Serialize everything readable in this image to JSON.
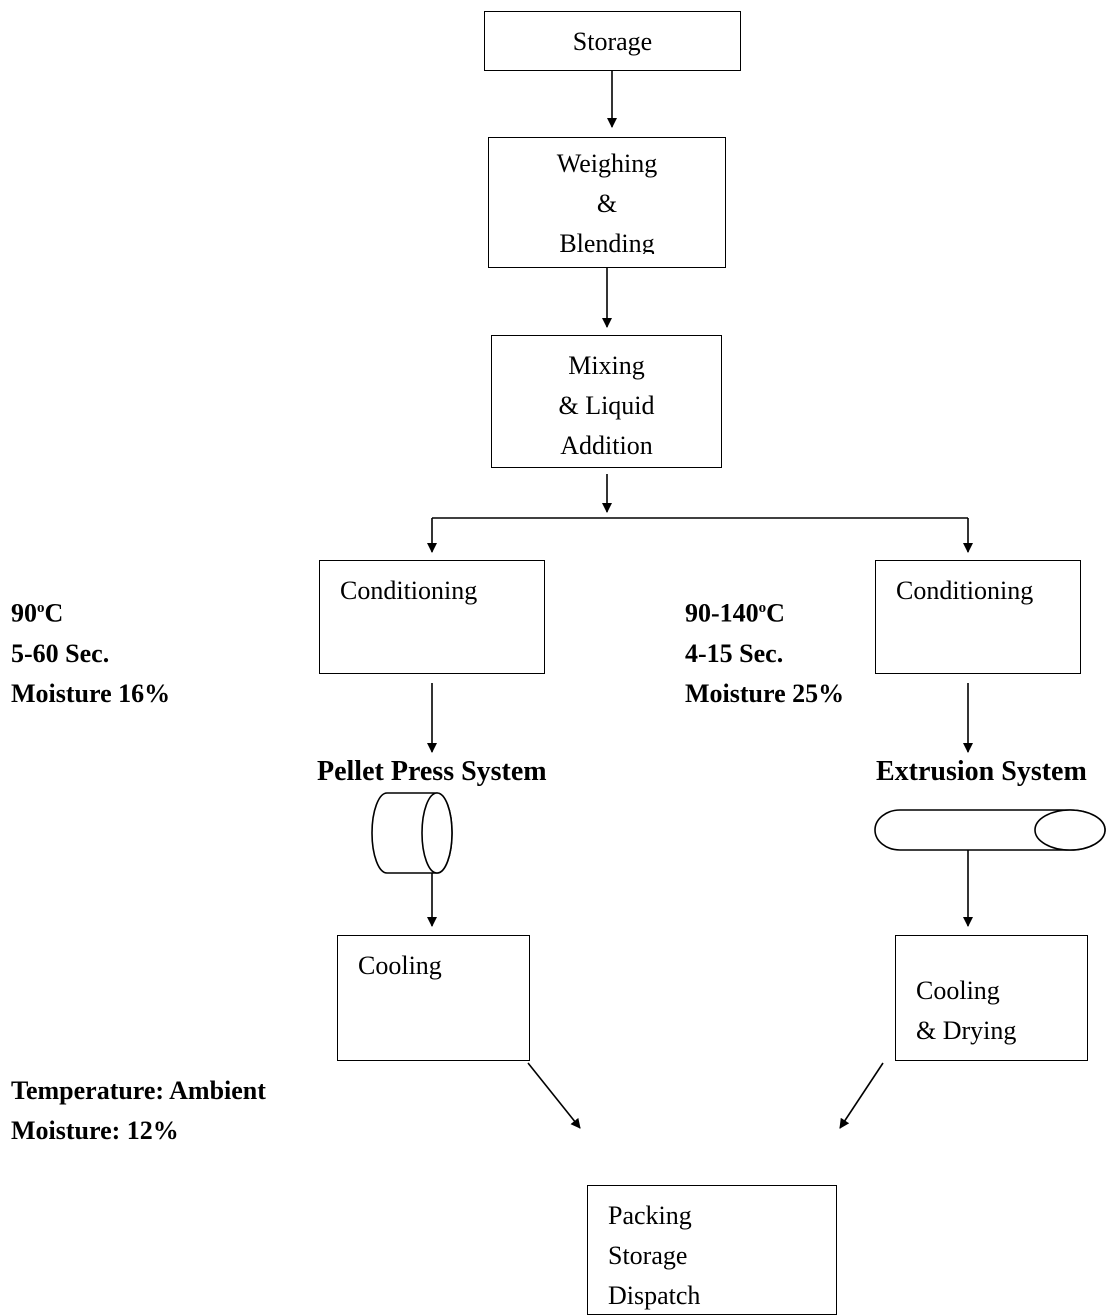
{
  "steps": {
    "storage": {
      "lines": [
        "Storage"
      ]
    },
    "weighing": {
      "lines": [
        "Weighing",
        "&",
        "Blending"
      ]
    },
    "mixing": {
      "lines": [
        "Mixing",
        "& Liquid",
        "Addition"
      ]
    },
    "conditioning_left": {
      "lines": [
        "Conditioning"
      ]
    },
    "conditioning_right": {
      "lines": [
        "Conditioning"
      ]
    },
    "cooling_left": {
      "lines": [
        "Cooling"
      ]
    },
    "cooling_right": {
      "lines": [
        "Cooling",
        "& Drying"
      ]
    },
    "packing": {
      "lines": [
        "Packing",
        "Storage",
        "Dispatch"
      ]
    }
  },
  "systems": {
    "pellet": "Pellet Press System",
    "extrusion": "Extrusion System"
  },
  "conditions": {
    "pellet": {
      "temp_base": "90",
      "temp_sup": "o",
      "temp_unit": "C",
      "time": "5-60 Sec.",
      "moisture": "Moisture 16%"
    },
    "extrusion": {
      "temp_base": "90-140",
      "temp_sup": "o",
      "temp_unit": "C",
      "time": "4-15 Sec.",
      "moisture": "Moisture 25%"
    },
    "final": {
      "temperature": "Temperature: Ambient",
      "moisture": "Moisture: 12%"
    }
  }
}
